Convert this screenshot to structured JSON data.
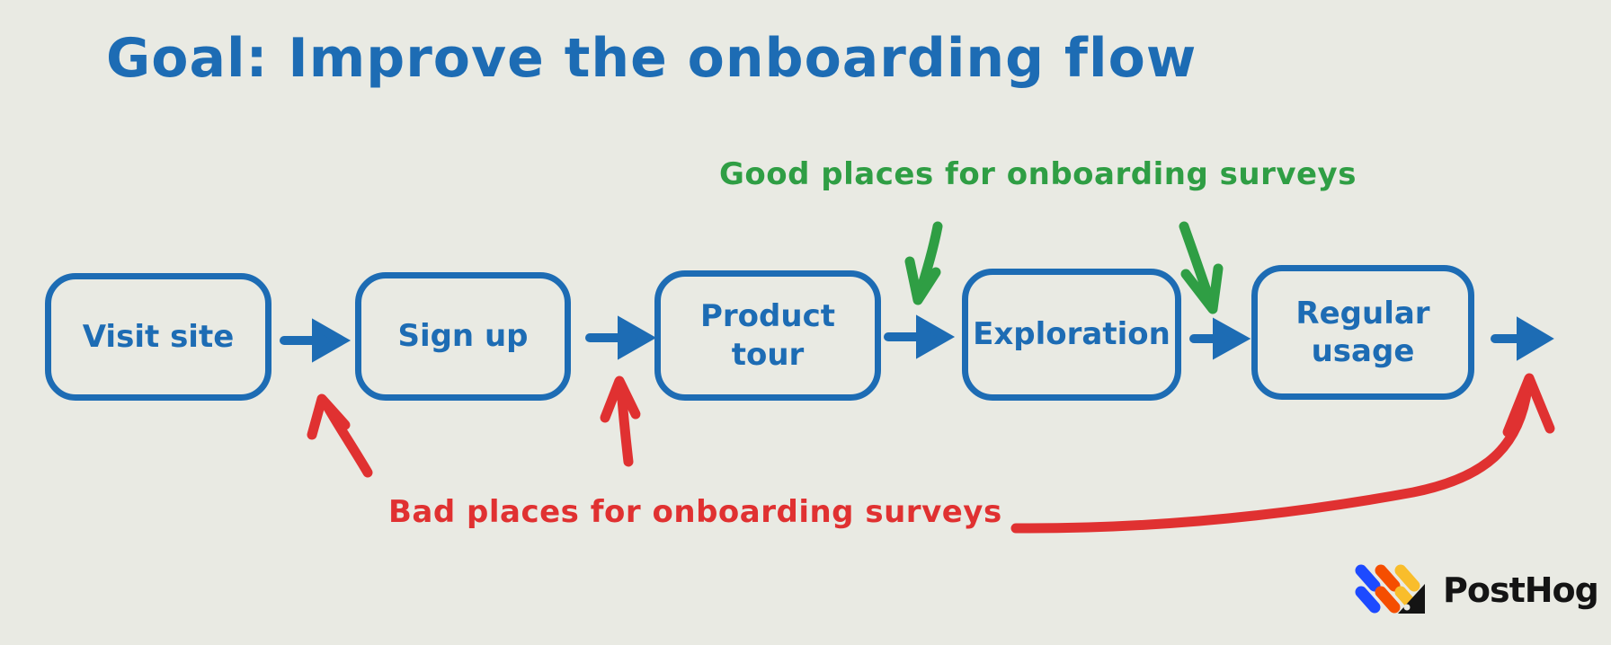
{
  "page": {
    "background_color": "#e9eae3"
  },
  "title": {
    "text": "Goal: Improve the onboarding flow",
    "color": "#1d6cb4"
  },
  "annotations": {
    "good": {
      "text": "Good places for onboarding surveys",
      "color": "#2f9e44",
      "arrow_targets": [
        "between Product tour and Exploration",
        "between Exploration and Regular usage"
      ]
    },
    "bad": {
      "text": "Bad places for onboarding surveys",
      "color": "#e03131",
      "arrow_targets": [
        "between Visit site and Sign up",
        "between Sign up and Product tour",
        "after Regular usage"
      ]
    }
  },
  "flow": {
    "color": "#1d6cb4",
    "steps": [
      {
        "label": "Visit site"
      },
      {
        "label": "Sign up"
      },
      {
        "label": "Product tour"
      },
      {
        "label": "Exploration"
      },
      {
        "label": "Regular usage"
      }
    ]
  },
  "branding": {
    "wordmark": "PostHog",
    "logo_colors": {
      "blue": "#1d4aff",
      "red": "#f54e00",
      "yellow": "#f9bd2b",
      "black": "#141414"
    }
  }
}
